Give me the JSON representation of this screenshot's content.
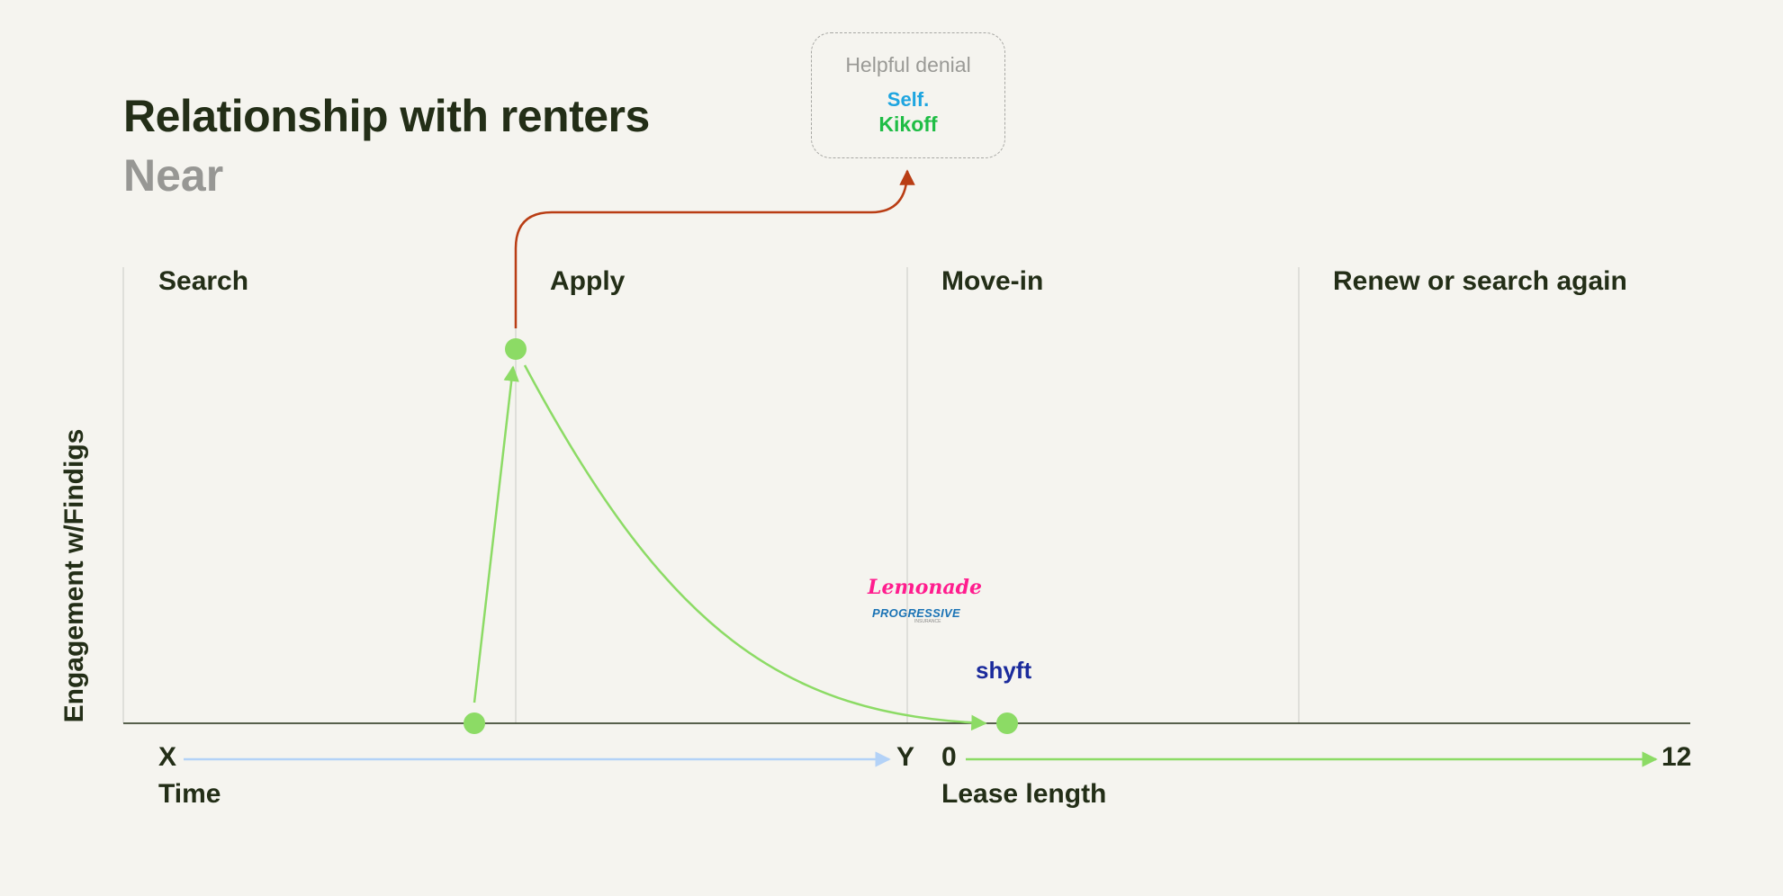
{
  "title": "Relationship with renters",
  "subtitle": "Near",
  "phases": [
    "Search",
    "Apply",
    "Move-in",
    "Renew or search again"
  ],
  "y_axis_label": "Engagement w/Findigs",
  "time_axis": {
    "start": "X",
    "end": "Y",
    "label": "Time",
    "color": "#b3d2f7"
  },
  "lease_axis": {
    "start": "0",
    "end": "12",
    "label": "Lease length",
    "color": "#8cdb65"
  },
  "denial_box": {
    "title": "Helpful denial",
    "brands": [
      "Self.",
      "Kikoff"
    ]
  },
  "partner_logos": {
    "insurance": [
      "Lemonade",
      "PROGRESSIVE",
      "INSURANCE"
    ],
    "banking": "shyft"
  },
  "colors": {
    "engagement_curve": "#8cdb65",
    "denial_arrow": "#b93d14",
    "text": "#232e17",
    "background": "#f5f4ef"
  }
}
